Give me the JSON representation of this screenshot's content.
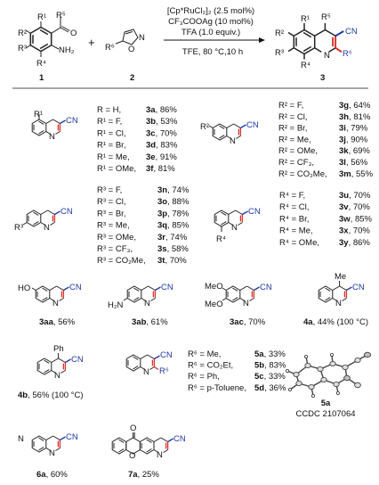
{
  "scheme": {
    "reactant1_label": "1",
    "reactant2_label": "2",
    "product_label": "3",
    "plus": "+",
    "conditions_above": [
      "[Cp*RuCl₂]₂ (2.5 mol%)",
      "CF₃COOAg (10 mol%)",
      "TFA (1.0 equiv.)"
    ],
    "conditions_below": "TFE, 80 °C,10 h",
    "r1_atoms": {
      "R1": "R¹",
      "R2": "R²",
      "R3": "R³",
      "R4": "R⁴",
      "R5": "R⁵",
      "O": "O",
      "NH2": "NH₂"
    },
    "r2_atoms": {
      "R6": "R⁶",
      "N": "N",
      "O": "O"
    },
    "p_atoms": {
      "R1": "R¹",
      "R2": "R²",
      "R3": "R³",
      "R4": "R⁴",
      "R5": "R⁵",
      "R6": "R⁶",
      "N": "N",
      "CN": "CN"
    }
  },
  "panels": {
    "r1_series": {
      "sub": "R¹",
      "rows": [
        {
          "text": "R = H,",
          "code": "3a",
          "yield": "86%"
        },
        {
          "text": "R¹ = F,",
          "code": "3b",
          "yield": "53%"
        },
        {
          "text": "R¹ = Cl,",
          "code": "3c",
          "yield": "70%"
        },
        {
          "text": "R¹ = Br,",
          "code": "3d",
          "yield": "83%"
        },
        {
          "text": "R¹ = Me,",
          "code": "3e",
          "yield": "91%"
        },
        {
          "text": "R¹ = OMe,",
          "code": "3f",
          "yield": "81%"
        }
      ]
    },
    "r2_series": {
      "sub": "R²",
      "rows": [
        {
          "text": "R² = F,",
          "code": "3g",
          "yield": "64%"
        },
        {
          "text": "R² = Cl,",
          "code": "3h",
          "yield": "81%"
        },
        {
          "text": "R² = Br,",
          "code": "3i",
          "yield": "79%"
        },
        {
          "text": "R² = Me,",
          "code": "3j",
          "yield": "90%"
        },
        {
          "text": "R² = OMe,",
          "code": "3k",
          "yield": "69%"
        },
        {
          "text": "R² = CF₃,",
          "code": "3l",
          "yield": "56%"
        },
        {
          "text": "R² = CO₂Me,",
          "code": "3m",
          "yield": "55%"
        }
      ]
    },
    "r3_series": {
      "sub": "R³",
      "rows": [
        {
          "text": "R³ = F,",
          "code": "3n",
          "yield": "74%"
        },
        {
          "text": "R³ = Cl,",
          "code": "3o",
          "yield": "88%"
        },
        {
          "text": "R³ = Br,",
          "code": "3p",
          "yield": "78%"
        },
        {
          "text": "R³ = Me,",
          "code": "3q",
          "yield": "85%"
        },
        {
          "text": "R³ = OMe,",
          "code": "3r",
          "yield": "74%"
        },
        {
          "text": "R³ = CF₃,",
          "code": "3s",
          "yield": "58%"
        },
        {
          "text": "R³ = CO₂Me,",
          "code": "3t",
          "yield": "70%"
        }
      ]
    },
    "r4_series": {
      "sub": "R⁴",
      "rows": [
        {
          "text": "R⁴ = F,",
          "code": "3u",
          "yield": "70%"
        },
        {
          "text": "R⁴ = Cl,",
          "code": "3v",
          "yield": "70%"
        },
        {
          "text": "R⁴ = Br,",
          "code": "3w",
          "yield": "85%"
        },
        {
          "text": "R⁴ = Me,",
          "code": "3x",
          "yield": "70%"
        },
        {
          "text": "R⁴ = OMe,",
          "code": "3y",
          "yield": "86%"
        }
      ]
    },
    "r6_series": {
      "sub": "R⁶",
      "rows": [
        {
          "text": "R⁶ = Me,",
          "code": "5a",
          "yield": "33%"
        },
        {
          "text": "R⁶ = CO₂Et,",
          "code": "5b",
          "yield": "83%"
        },
        {
          "text": "R⁶ = Ph,",
          "code": "5c",
          "yield": "33%"
        },
        {
          "text": "R⁶ = p-Toluene,",
          "code": "5d",
          "yield": "36%"
        }
      ]
    }
  },
  "singles": {
    "c3aa": {
      "code": "3aa",
      "yield": ", 56%",
      "sub": "HO"
    },
    "c3ab": {
      "code": "3ab",
      "yield": ", 61%",
      "sub": "H₂N"
    },
    "c3ac": {
      "code": "3ac",
      "yield": ", 70%",
      "sub1": "MeO",
      "sub2": "MeO"
    },
    "c4a": {
      "code": "4a",
      "yield": ", 44% (100 °C)",
      "sub": "Me"
    },
    "c4b": {
      "code": "4b",
      "yield": ", 56% (100 °C)",
      "sub": "Ph"
    },
    "c6a": {
      "code": "6a",
      "yield": ", 60%"
    },
    "c7a": {
      "code": "7a",
      "yield": ", 25%",
      "O1": "O",
      "O2": "O"
    },
    "xray": {
      "code": "5a",
      "ccdc": "CCDC 2107064"
    }
  },
  "atom_N": "N",
  "atom_CN": "CN",
  "colors": {
    "accent_blue": "#1f3aa8",
    "accent_red": "#d8322a"
  }
}
